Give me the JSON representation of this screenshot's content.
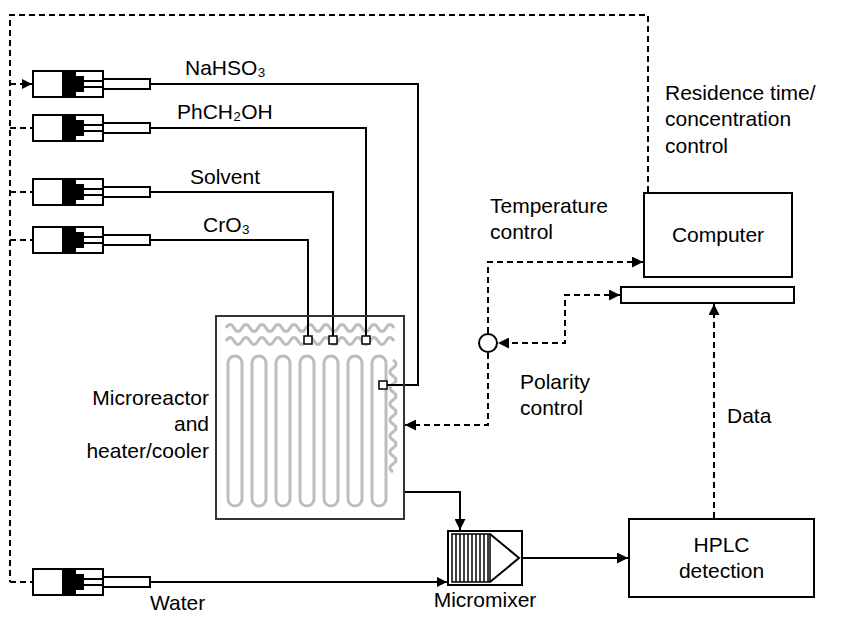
{
  "diagram": {
    "nodes": [
      {
        "text": [
          "Microreactor and heater/cooler"
        ]
      },
      {
        "text": [
          "Micromixer"
        ]
      },
      {
        "text": [
          "HPLC detection"
        ]
      },
      {
        "text": [
          "Computer"
        ]
      },
      {
        "text": [
          "Polarity control"
        ]
      }
    ],
    "edges": [
      {
        "from": 0,
        "to": 1,
        "arrow": "to"
      },
      {
        "from": 1,
        "to": 2,
        "arrow": "to"
      },
      {
        "from": 2,
        "to": 3,
        "label": "Data",
        "arrow": "to"
      },
      {
        "from": 3,
        "to": 4,
        "arrow": "both"
      },
      {
        "from": 4,
        "to": 0,
        "arrow": "to"
      },
      {
        "from": 4,
        "to": 3,
        "label": "Temperature control",
        "arrow": "to"
      }
    ],
    "labels": [
      "NaHSO₃",
      "PhCH₂OH",
      "Solvent",
      "CrO₃",
      "Water",
      "Residence time/ concentration control"
    ]
  }
}
